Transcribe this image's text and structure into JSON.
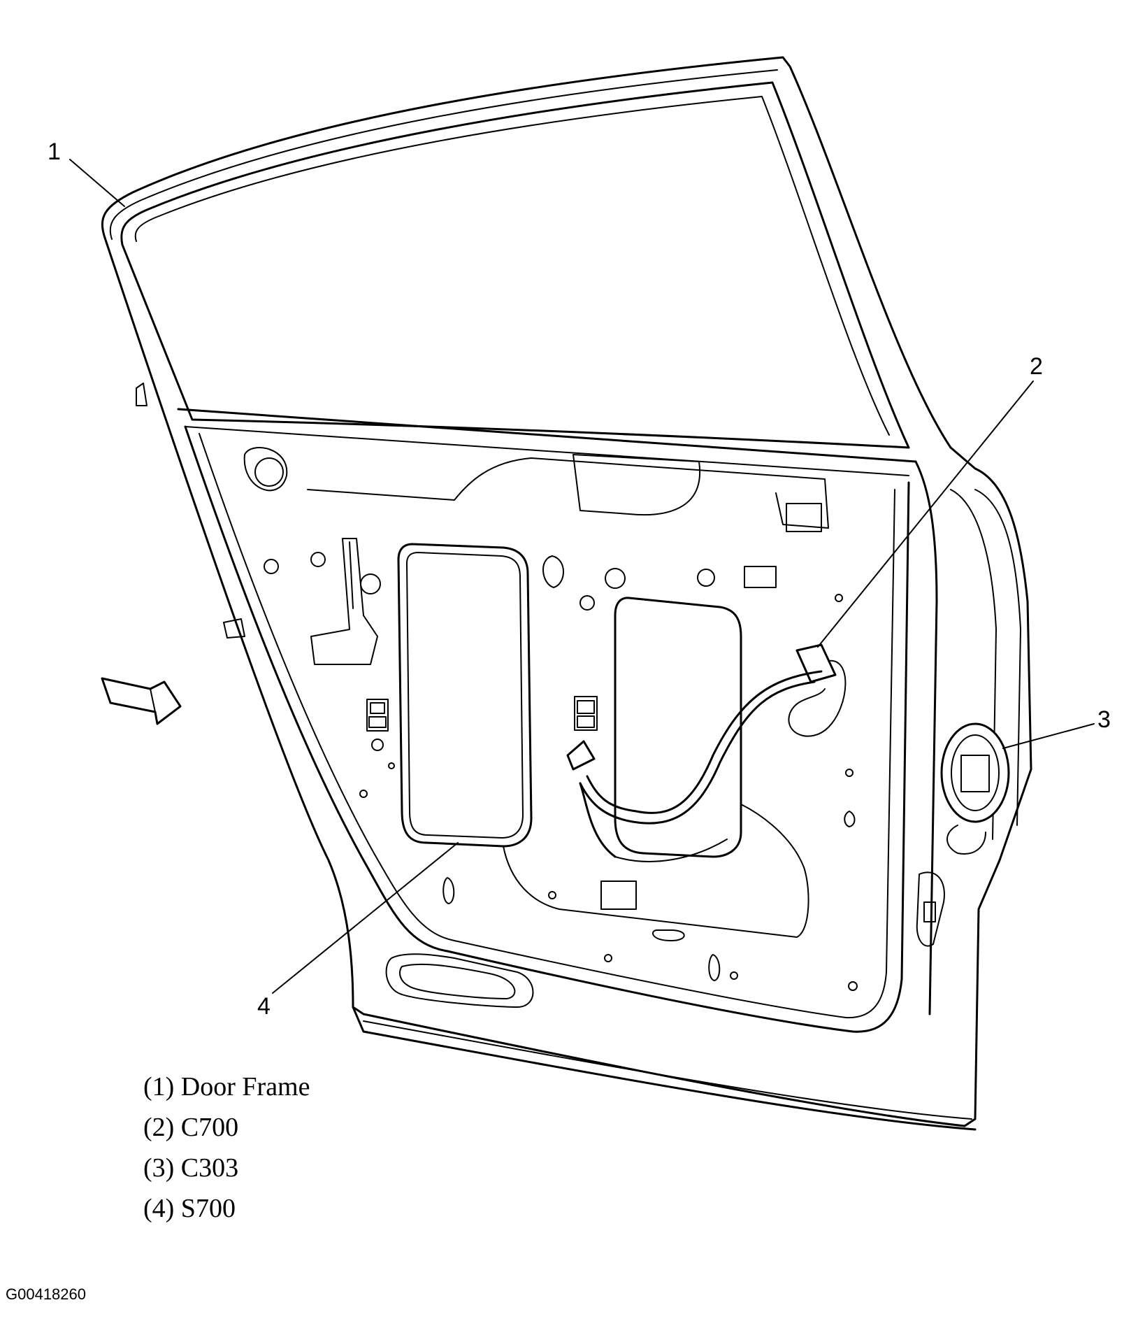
{
  "callouts": [
    {
      "number": "1"
    },
    {
      "number": "2"
    },
    {
      "number": "3"
    },
    {
      "number": "4"
    }
  ],
  "legend": [
    {
      "text": "(1) Door Frame"
    },
    {
      "text": "(2) C700"
    },
    {
      "text": "(3) C303"
    },
    {
      "text": "(4) S700"
    }
  ],
  "figure_id": "G00418260"
}
